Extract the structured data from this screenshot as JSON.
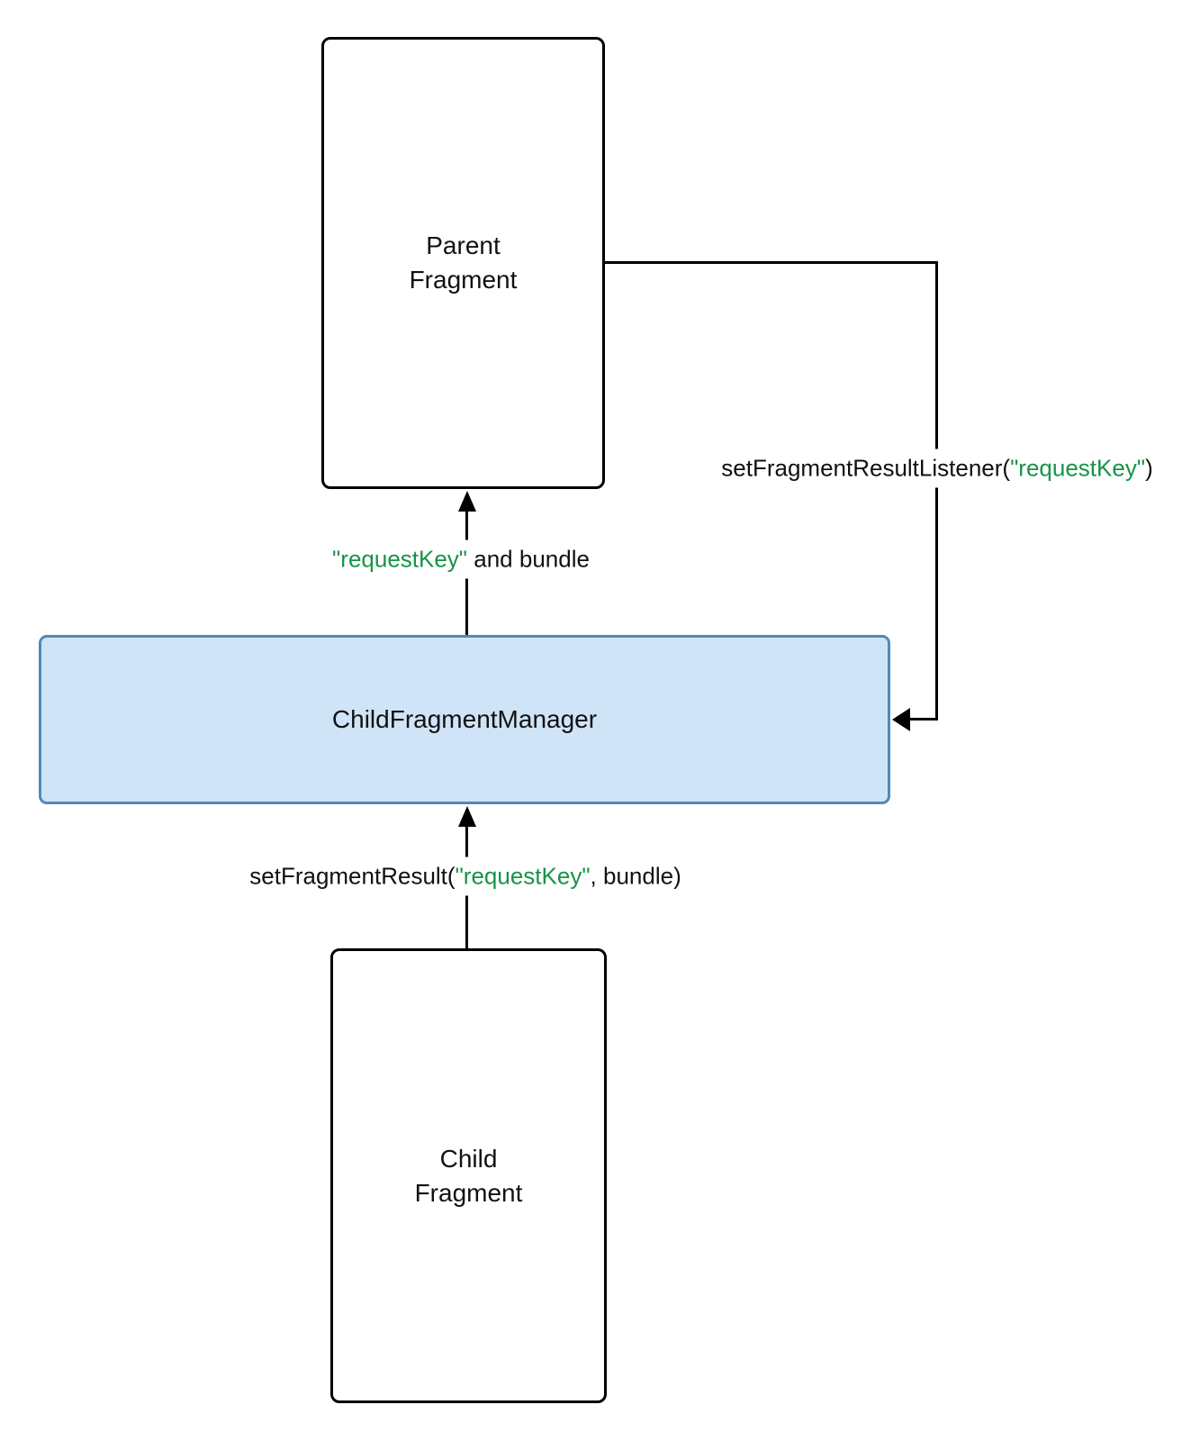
{
  "diagram": {
    "colors": {
      "key_green": "#189446",
      "cfm_fill": "#d0e4f7",
      "cfm_border": "#5288ba",
      "box_border": "#000000",
      "line": "#000000",
      "text": "#111111",
      "background": "#ffffff"
    },
    "nodes": {
      "parent_fragment": {
        "line1": "Parent",
        "line2": "Fragment"
      },
      "child_fragment_manager": {
        "label": "ChildFragmentManager"
      },
      "child_fragment": {
        "line1": "Child",
        "line2": "Fragment"
      }
    },
    "edges": {
      "listener": {
        "prefix": "setFragmentResultListener(",
        "key": "\"requestKey\"",
        "suffix": ")"
      },
      "result_to_parent": {
        "key": "\"requestKey\"",
        "suffix": " and bundle"
      },
      "set_result": {
        "prefix": "setFragmentResult(",
        "key": "\"requestKey\"",
        "suffix": ", bundle)"
      }
    }
  }
}
